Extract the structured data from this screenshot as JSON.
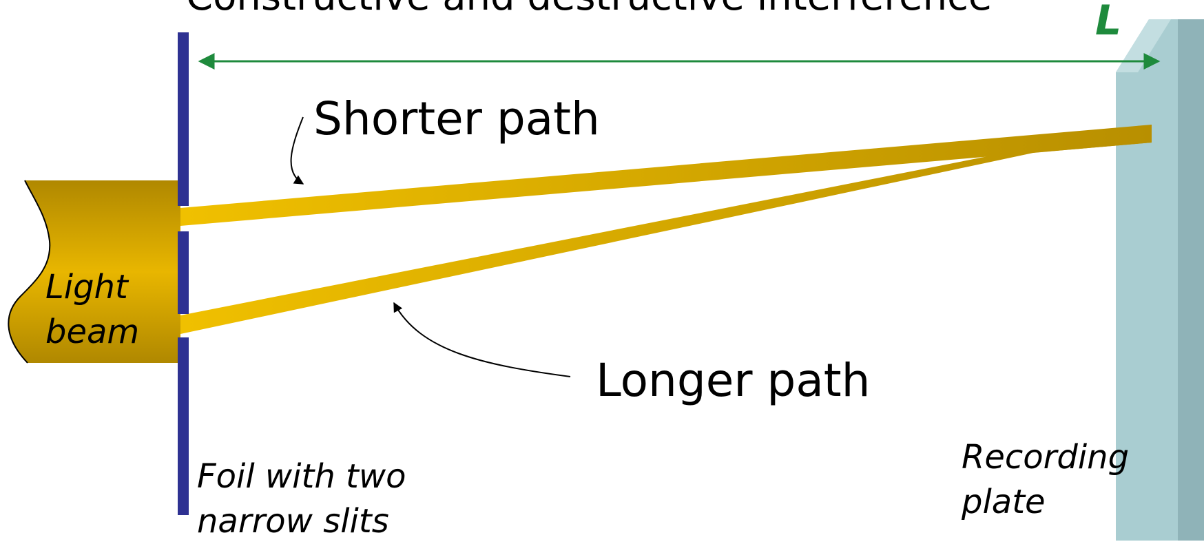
{
  "diagram": {
    "title": "Constructive and destructive interference",
    "distance_label": "L",
    "shorter_path_label": "Shorter path",
    "longer_path_label": "Longer path",
    "light_beam_label": [
      "Light",
      "beam"
    ],
    "foil_label": [
      "Foil with two",
      "narrow slits"
    ],
    "plate_label": [
      "Recording",
      "plate"
    ]
  },
  "colors": {
    "foil": "#2e3192",
    "beam_gold": "#e8b600",
    "beam_dark": "#b08800",
    "plate": "#a9cdd1",
    "plate_dark": "#8fb3b8",
    "measure_arrow": "#1e8a3c"
  }
}
